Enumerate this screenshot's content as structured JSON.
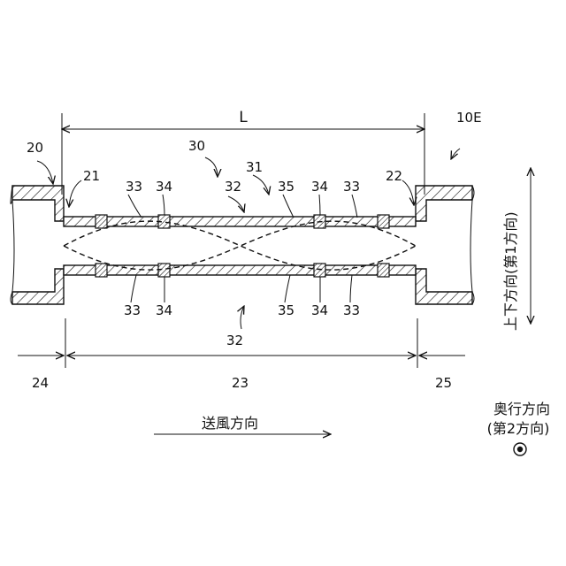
{
  "labels": {
    "fig_id": "10E",
    "length": "L",
    "n20": "20",
    "n21": "21",
    "n22": "22",
    "n23": "23",
    "n24": "24",
    "n25": "25",
    "n30": "30",
    "n31": "31",
    "n32_top": "32",
    "n32_bottom": "32",
    "n33_tl": "33",
    "n34_tl": "34",
    "n35_t": "35",
    "n34_tr": "34",
    "n33_tr": "33",
    "n33_bl": "33",
    "n34_bl": "34",
    "n35_b": "35",
    "n34_br": "34",
    "n33_br": "33"
  },
  "directions": {
    "airflow": "送風方向",
    "vertical": "上下方向(第1方向)",
    "depth_line1": "奥行方向",
    "depth_line2": "(第2方向)"
  }
}
